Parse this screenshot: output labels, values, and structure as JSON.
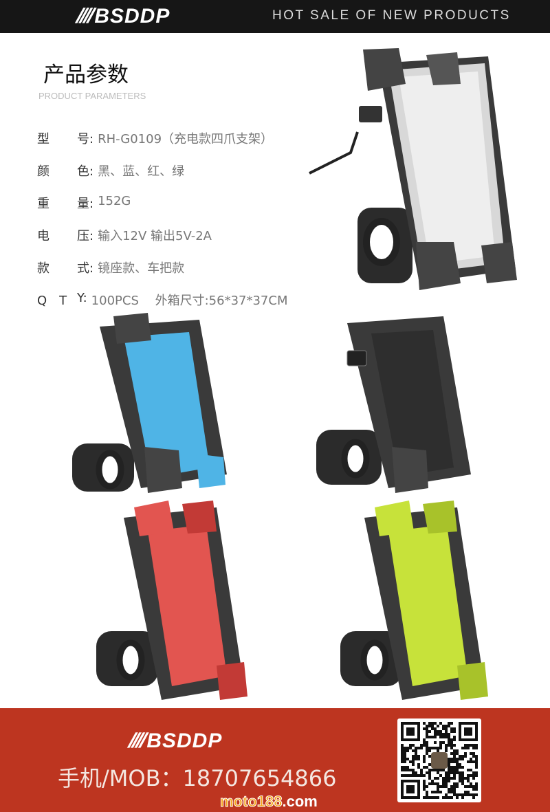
{
  "header": {
    "brand": "BSDDP",
    "tagline": "HOT SALE OF NEW PRODUCTS"
  },
  "section": {
    "title": "产品参数",
    "subtitle": "PRODUCT PARAMETERS"
  },
  "specs": [
    {
      "k1": "型",
      "k2": "号:",
      "value": "RH-G0109（充电款四爪支架）"
    },
    {
      "k1": "颜",
      "k2": "色:",
      "value": "黑、蓝、红、绿"
    },
    {
      "k1": "重",
      "k2": "量:",
      "value": "152G"
    },
    {
      "k1": "电",
      "k2": "压:",
      "value": "输入12V  输出5V-2A"
    },
    {
      "k1": "款",
      "k2": "式:",
      "value": "镜座款、车把款"
    },
    {
      "k1": "Q　T",
      "k2": "Y:",
      "value": "100PCS　 外箱尺寸:56*37*37CM"
    }
  ],
  "products": [
    {
      "name": "black-with-phone",
      "color": "#3a3a3a"
    },
    {
      "name": "blue",
      "color": "#4fb4e6"
    },
    {
      "name": "black",
      "color": "#3a3a3a"
    },
    {
      "name": "red",
      "color": "#e25550"
    },
    {
      "name": "green",
      "color": "#c7e23a"
    }
  ],
  "footer": {
    "brand": "BSDDP",
    "mobile": "手机/MOB：18707654866",
    "watermark_a": "moto188",
    "watermark_b": ".com"
  }
}
